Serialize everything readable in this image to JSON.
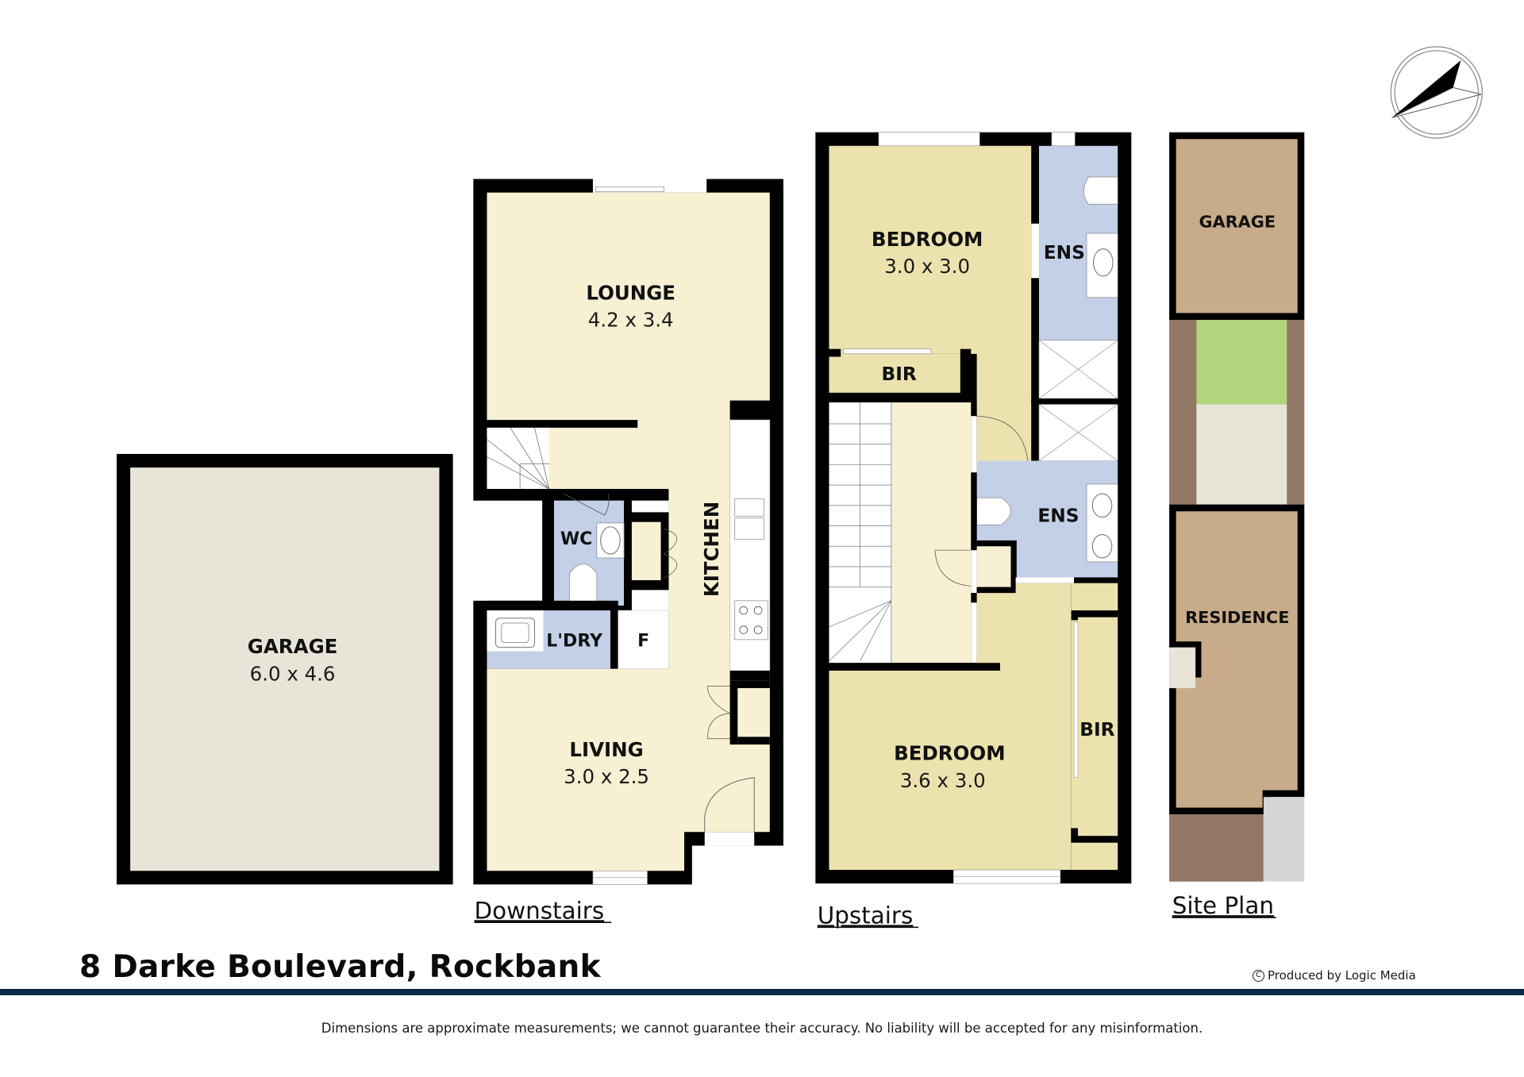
{
  "property": {
    "address": "8 Darke Boulevard, Rockbank"
  },
  "colors": {
    "wall": "#000000",
    "living_fill": "#f7f0d3",
    "bedroom_fill": "#ebe2ae",
    "wet_fill": "#c3d0e8",
    "garage_fill": "#e8e5d8",
    "site_building": "#c8ab88",
    "site_path": "#937766",
    "site_lawn": "#b1d47c",
    "site_paving": "#e8e5d8",
    "site_driveway": "#d6d6d6",
    "rule": "#0d2a4a"
  },
  "compass": {
    "icon": "north-arrow-icon"
  },
  "garage": {
    "name": "GARAGE",
    "dims": "6.0 x 4.6"
  },
  "downstairs": {
    "caption": "Downstairs",
    "rooms": {
      "lounge": {
        "name": "LOUNGE",
        "dims": "4.2 x 3.4"
      },
      "kitchen": {
        "name": "KITCHEN"
      },
      "wc": {
        "name": "WC"
      },
      "laundry": {
        "name": "L'DRY"
      },
      "fridge": {
        "name": "F"
      },
      "living": {
        "name": "LIVING",
        "dims": "3.0 x 2.5"
      }
    }
  },
  "upstairs": {
    "caption": "Upstairs",
    "rooms": {
      "bedroom1": {
        "name": "BEDROOM",
        "dims": "3.0 x 3.0"
      },
      "bir1": {
        "name": "BIR"
      },
      "ens1": {
        "name": "ENS"
      },
      "ens2": {
        "name": "ENS"
      },
      "bedroom2": {
        "name": "BEDROOM",
        "dims": "3.6 x 3.0"
      },
      "bir2": {
        "name": "BIR"
      }
    }
  },
  "site_plan": {
    "caption": "Site Plan",
    "garage": "GARAGE",
    "residence": "RESIDENCE"
  },
  "footer": {
    "credit": "Produced by Logic Media",
    "credit_icon": "copyright-icon",
    "disclaimer": "Dimensions are approximate measurements; we cannot guarantee their accuracy. No liability will be accepted for any misinformation."
  }
}
